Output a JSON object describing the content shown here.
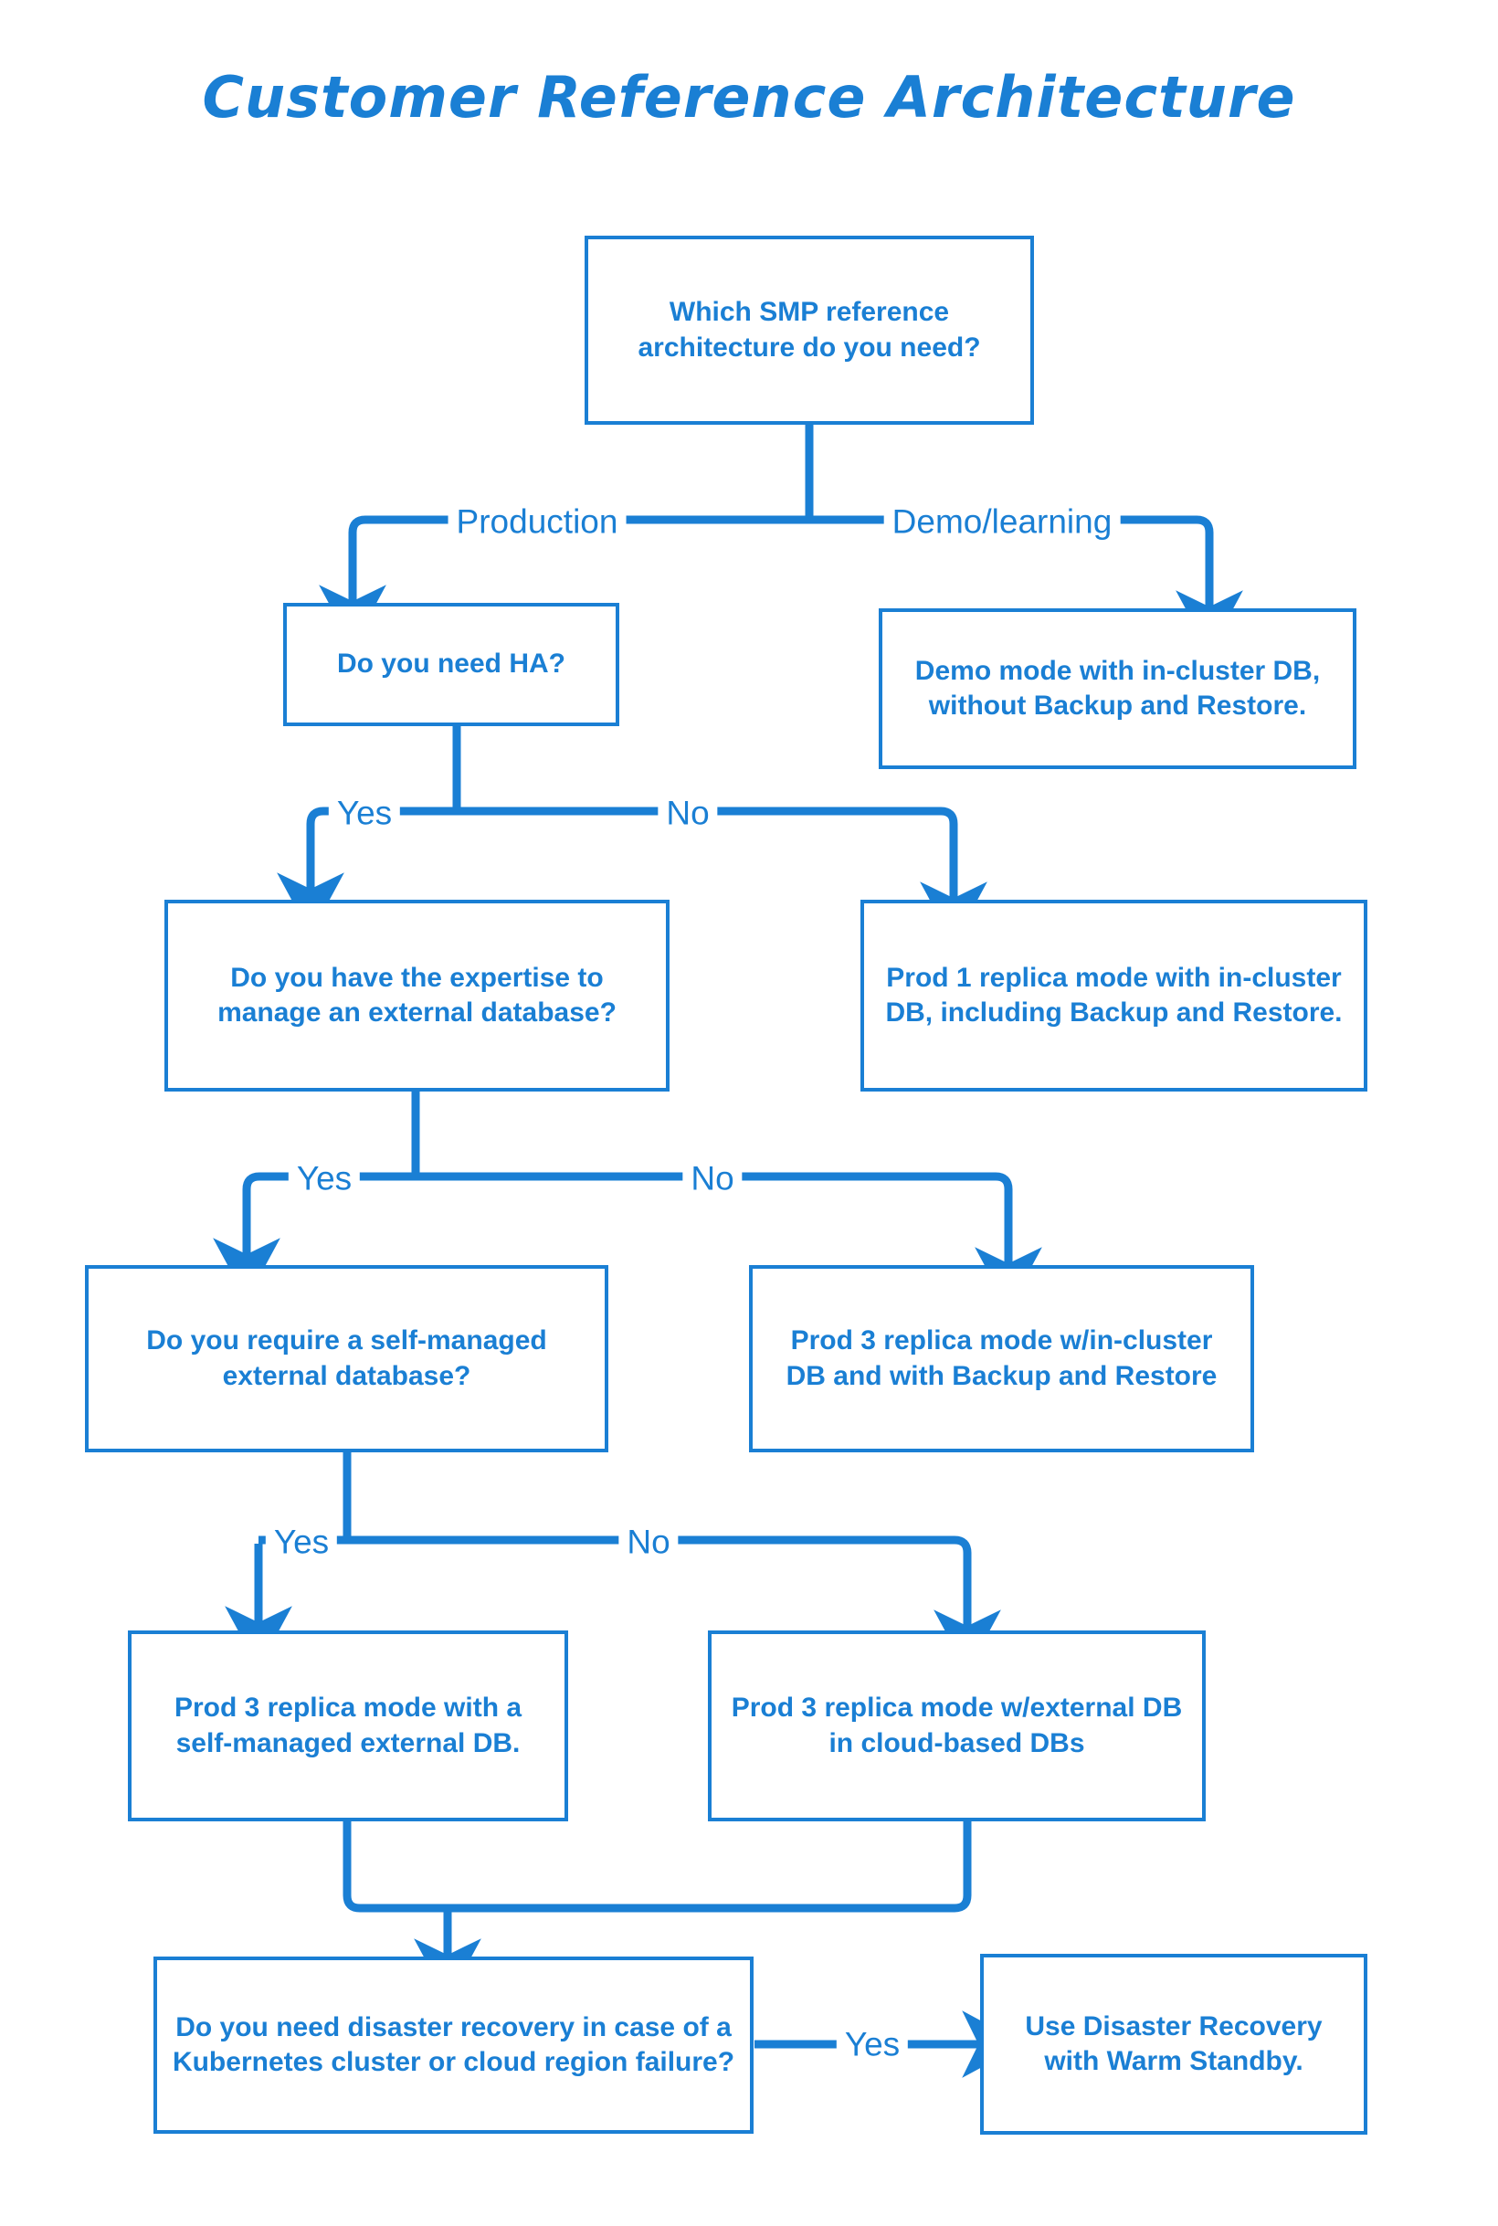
{
  "page": {
    "title": "Customer Reference Architecture",
    "accent_color": "#1a7fd4",
    "background_color": "#ffffff"
  },
  "chart_data": {
    "type": "diagram",
    "diagram_kind": "decision-flowchart",
    "title": "Customer Reference Architecture",
    "nodes": [
      {
        "id": "q_which",
        "kind": "decision",
        "text": "Which SMP reference architecture do you need?"
      },
      {
        "id": "r_demo",
        "kind": "outcome",
        "text": "Demo mode with in-cluster DB, without Backup and Restore."
      },
      {
        "id": "q_ha",
        "kind": "decision",
        "text": "Do you need HA?"
      },
      {
        "id": "r_prod1",
        "kind": "outcome",
        "text": "Prod 1 replica mode with in-cluster DB, including Backup and Restore."
      },
      {
        "id": "q_expertise",
        "kind": "decision",
        "text": "Do you have the expertise to manage an external database?"
      },
      {
        "id": "r_prod3_incluster",
        "kind": "outcome",
        "text": "Prod 3 replica mode w/in-cluster DB and with Backup and Restore"
      },
      {
        "id": "q_selfmanaged",
        "kind": "decision",
        "text": "Do you require a self-managed external database?"
      },
      {
        "id": "r_prod3_self",
        "kind": "outcome",
        "text": "Prod 3 replica mode with a self-managed external DB."
      },
      {
        "id": "r_prod3_cloud",
        "kind": "outcome",
        "text": "Prod 3 replica mode w/external DB in cloud-based DBs"
      },
      {
        "id": "q_dr",
        "kind": "decision",
        "text": "Do you need disaster recovery in case of a Kubernetes cluster or cloud region failure?"
      },
      {
        "id": "r_dr",
        "kind": "outcome",
        "text": "Use Disaster Recovery with Warm Standby."
      }
    ],
    "edges": [
      {
        "from": "q_which",
        "to": "q_ha",
        "label": "Production"
      },
      {
        "from": "q_which",
        "to": "r_demo",
        "label": "Demo/learning"
      },
      {
        "from": "q_ha",
        "to": "q_expertise",
        "label": "Yes"
      },
      {
        "from": "q_ha",
        "to": "r_prod1",
        "label": "No"
      },
      {
        "from": "q_expertise",
        "to": "q_selfmanaged",
        "label": "Yes"
      },
      {
        "from": "q_expertise",
        "to": "r_prod3_incluster",
        "label": "No"
      },
      {
        "from": "q_selfmanaged",
        "to": "r_prod3_self",
        "label": "Yes"
      },
      {
        "from": "q_selfmanaged",
        "to": "r_prod3_cloud",
        "label": "No"
      },
      {
        "from": "r_prod3_self",
        "to": "q_dr",
        "label": ""
      },
      {
        "from": "r_prod3_cloud",
        "to": "q_dr",
        "label": ""
      },
      {
        "from": "q_dr",
        "to": "r_dr",
        "label": "Yes"
      }
    ]
  },
  "nodes": {
    "q_which": "Which SMP reference architecture do you need?",
    "r_demo": "Demo mode with in-cluster DB, without Backup and Restore.",
    "q_ha": "Do you need HA?",
    "r_prod1": "Prod 1 replica mode with in-cluster DB, including Backup and Restore.",
    "q_expertise": "Do you have the expertise to manage an external database?",
    "r_prod3_incluster": "Prod 3 replica mode w/in-cluster DB and with Backup and Restore",
    "q_selfmanaged": "Do you require a self-managed external database?",
    "r_prod3_self": "Prod 3 replica mode with a self-managed external DB.",
    "r_prod3_cloud": "Prod 3 replica mode w/external DB in cloud-based DBs",
    "q_dr": "Do you need disaster recovery in case of a Kubernetes cluster or cloud region failure?",
    "r_dr": "Use Disaster Recovery with Warm Standby."
  },
  "edge_labels": {
    "production": "Production",
    "demo_learning": "Demo/learning",
    "ha_yes": "Yes",
    "ha_no": "No",
    "expertise_yes": "Yes",
    "expertise_no": "No",
    "selfmanaged_yes": "Yes",
    "selfmanaged_no": "No",
    "dr_yes": "Yes"
  }
}
